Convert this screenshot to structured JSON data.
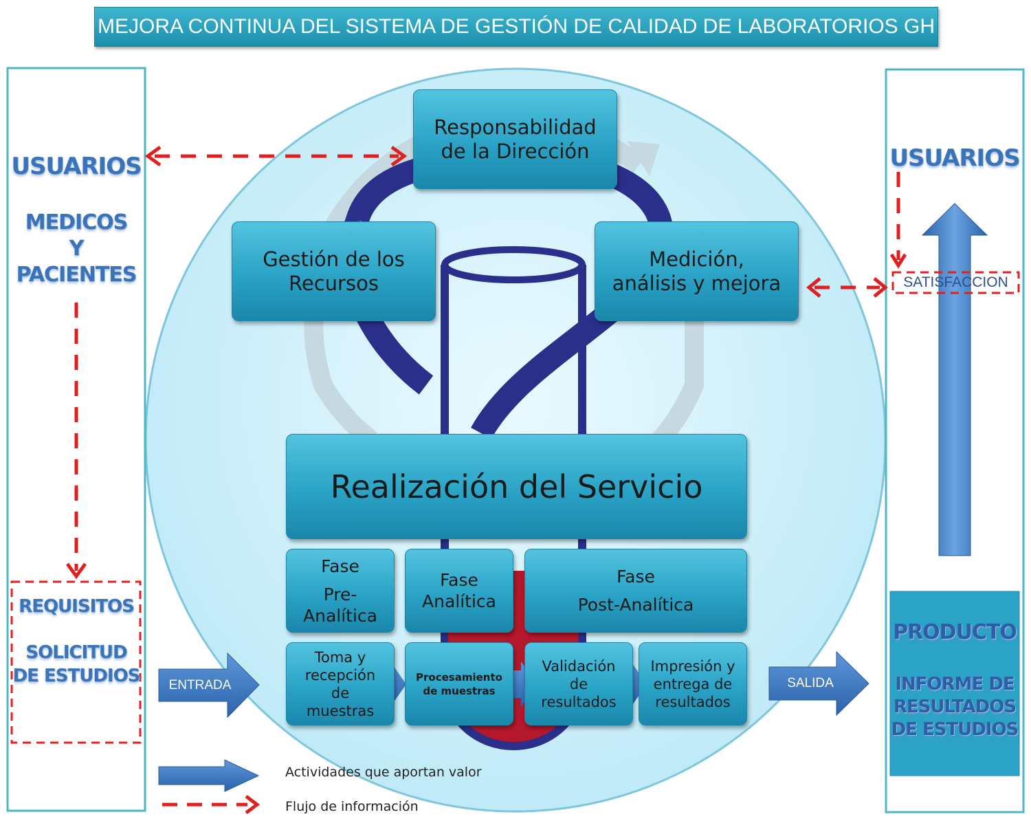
{
  "title": "MEJORA CONTINUA DEL SISTEMA DE GESTIÓN DE CALIDAD DE LABORATORIOS GH",
  "left_panel": {
    "usuarios": "USUARIOS",
    "medicos": "MEDICOS",
    "y": "Y",
    "pacientes": "PACIENTES",
    "requisitos": "REQUISITOS",
    "solicitud_1": "SOLICITUD",
    "solicitud_2": "DE ESTUDIOS"
  },
  "right_panel": {
    "usuarios": "USUARIOS",
    "satisfaccion": "SATISFACCION",
    "producto": "PRODUCTO",
    "informe_1": "INFORME DE",
    "informe_2": "RESULTADOS",
    "informe_3": "DE ESTUDIOS"
  },
  "cycle": {
    "responsabilidad_1": "Responsabilidad",
    "responsabilidad_2": "de la Dirección",
    "gestion_1": "Gestión de los",
    "gestion_2": "Recursos",
    "medicion_1": "Medición,",
    "medicion_2": "análisis y mejora",
    "realizacion": "Realización del Servicio"
  },
  "phases": {
    "pre_1": "Fase",
    "pre_2": "Pre-",
    "pre_3": "Analítica",
    "ana_1": "Fase",
    "ana_2": "Analítica",
    "post_1": "Fase",
    "post_2": "Post-Analítica"
  },
  "steps": {
    "toma_1": "Toma y",
    "toma_2": "recepción",
    "toma_3": "de",
    "toma_4": "muestras",
    "proc_1": "Procesamiento",
    "proc_2": "de muestras",
    "valid_1": "Validación",
    "valid_2": "de",
    "valid_3": "resultados",
    "impr_1": "Impresión y",
    "impr_2": "entrega de",
    "impr_3": "resultados"
  },
  "flow": {
    "entrada": "ENTRADA",
    "salida": "SALIDA"
  },
  "legend": {
    "valor": "Actividades que aportan valor",
    "flujo": "Flujo de información"
  },
  "colors": {
    "box_blue": "#2aa3c6",
    "arrow_blue": "#3a78c4",
    "info_red": "#e02020",
    "navy": "#2a2f8a",
    "blood_red": "#b5182b",
    "circle": "#cdf0fb"
  }
}
